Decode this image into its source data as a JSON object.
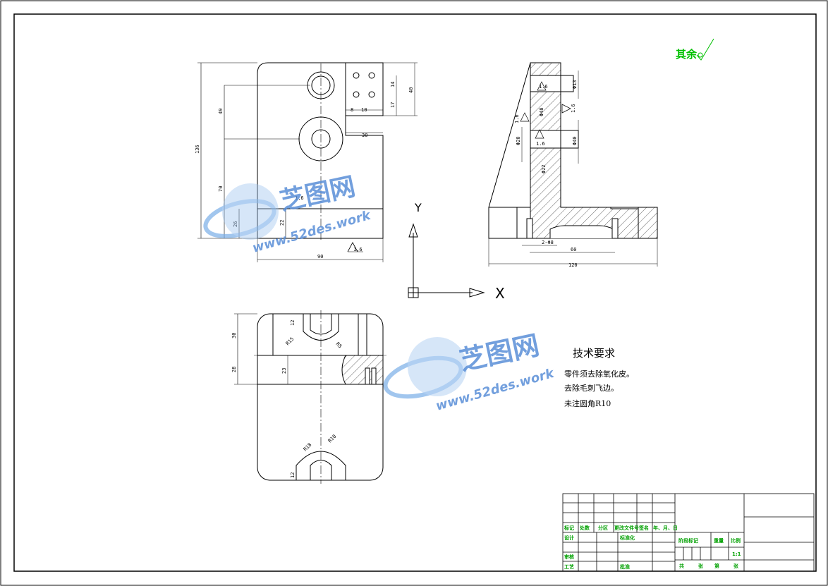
{
  "surface_finish": {
    "label": "其余"
  },
  "tech_requirements": {
    "title": "技术要求",
    "lines": [
      "零件须去除氧化皮。",
      "去除毛刺飞边。",
      "未注圆角R10"
    ]
  },
  "watermark": {
    "brand": "芝图网",
    "url": "www.52des.work"
  },
  "axes": {
    "y_label": "Y",
    "x_label": "X"
  },
  "front_view": {
    "dims": {
      "total_height": "136",
      "d90": "90",
      "d49": "49",
      "d70": "70",
      "d26": "26",
      "d22": "22",
      "d30": "30",
      "d8": "8",
      "d10": "10",
      "d14": "14",
      "d17": "17",
      "d40": "40",
      "rough": "1.6"
    }
  },
  "side_view": {
    "dims": {
      "d120": "120",
      "d60": "60",
      "hole_label": "2-Φ8",
      "phi13": "Φ13",
      "phi40": "Φ40",
      "phi48": "Φ48",
      "phi20": "Φ20",
      "phi22": "Φ22",
      "r16a": "1.6",
      "r16b": "1.6",
      "r16c": "1.6",
      "r16d": "1.6"
    }
  },
  "top_view": {
    "dims": {
      "d30": "30",
      "d28": "28",
      "d12": "12",
      "d23": "23",
      "r15": "R15",
      "r5": "R5",
      "d12b": "12",
      "r18": "R18",
      "r10": "R10"
    }
  },
  "title_block": {
    "row_labels": [
      "标记",
      "处数",
      "分区",
      "更改文件号",
      "签名",
      "年、月、日"
    ],
    "design": "设计",
    "standardize": "标准化",
    "review": "审核",
    "process": "工艺",
    "approve": "批准",
    "stage_mark": "阶段标记",
    "weight": "重量",
    "scale_label": "比例",
    "scale": "1:1",
    "total": "共",
    "sheets": "张",
    "page": "第",
    "page2": "张"
  }
}
